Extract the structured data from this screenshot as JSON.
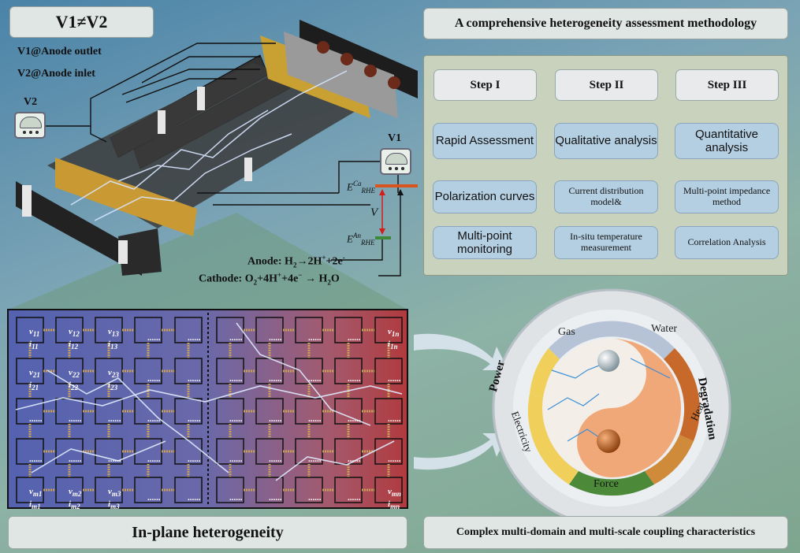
{
  "header": {
    "v_title": "V1≠V2",
    "v1_outlet": "V1@Anode outlet",
    "v2_inlet": "V2@Anode inlet",
    "v1_label": "V1",
    "v2_label": "V2",
    "method_title": "A comprehensive heterogeneity assessment methodology"
  },
  "potential": {
    "e_ca_base": "E",
    "e_ca_sup": "Ca",
    "e_ca_sub": "RHE",
    "e_an_base": "E",
    "e_an_sup": "An",
    "e_an_sub": "RHE",
    "v_symbol": "V"
  },
  "reactions": {
    "anode_prefix": "Anode: H",
    "anode_sub": "2",
    "anode_mid": "→2H",
    "anode_sup1": "+",
    "anode_tail": "+2e",
    "anode_sup2": "-",
    "cathode_prefix": "Cathode: O",
    "cathode_sub1": "2",
    "cathode_mid": "+4H",
    "cathode_sup1": "+",
    "cathode_mid2": "+4e",
    "cathode_sup2": "−",
    "cathode_arrow": " → H",
    "cathode_sub2": "2",
    "cathode_tail": "O"
  },
  "steps": [
    {
      "title": "Step I",
      "items": [
        "Rapid Assessment",
        "Polarization curves",
        "Multi-point monitoring"
      ]
    },
    {
      "title": "Step II",
      "items": [
        "Qualitative analysis",
        "Current distribution model&",
        "In-situ temperature measurement"
      ]
    },
    {
      "title": "Step III",
      "items": [
        "Quantitative analysis",
        "Multi-point impedance method",
        "Correlation Analysis"
      ]
    }
  ],
  "grid": {
    "corner_tl": {
      "v": "v",
      "v_sub": "11",
      "i": "i",
      "i_sub": "11"
    },
    "row1": [
      "v11",
      "v12",
      "v13",
      "v1n"
    ],
    "dots": "......",
    "cells_top": [
      {
        "v": "v",
        "vs": "11",
        "i": "i",
        "is": "11"
      },
      {
        "v": "v",
        "vs": "12",
        "i": "i",
        "is": "12"
      },
      {
        "v": "v",
        "vs": "13",
        "i": "i",
        "is": "13"
      },
      {
        "v": "v",
        "vs": "1n",
        "i": "i",
        "is": "1n"
      }
    ],
    "cells_second": [
      {
        "v": "v",
        "vs": "21",
        "i": "i",
        "is": "21"
      },
      {
        "v": "v",
        "vs": "22",
        "i": "i",
        "is": "22"
      },
      {
        "v": "v",
        "vs": "23",
        "i": "i",
        "is": "23"
      }
    ],
    "cells_bottom": [
      {
        "v": "v",
        "vs": "m1",
        "i": "i",
        "is": "m1"
      },
      {
        "v": "v",
        "vs": "m2",
        "i": "i",
        "is": "m2"
      },
      {
        "v": "v",
        "vs": "m3",
        "i": "i",
        "is": "m3"
      },
      {
        "v": "v",
        "vs": "mn",
        "i": "i",
        "is": "mn"
      }
    ]
  },
  "wheel": {
    "gas": "Gas",
    "water": "Water",
    "power": "Power",
    "degradation": "Degradation",
    "electricity": "Electricity",
    "heat": "Heat",
    "force": "Force"
  },
  "footer": {
    "inplane": "In-plane heterogeneity",
    "complex": "Complex multi-domain and multi-scale coupling characteristics"
  }
}
